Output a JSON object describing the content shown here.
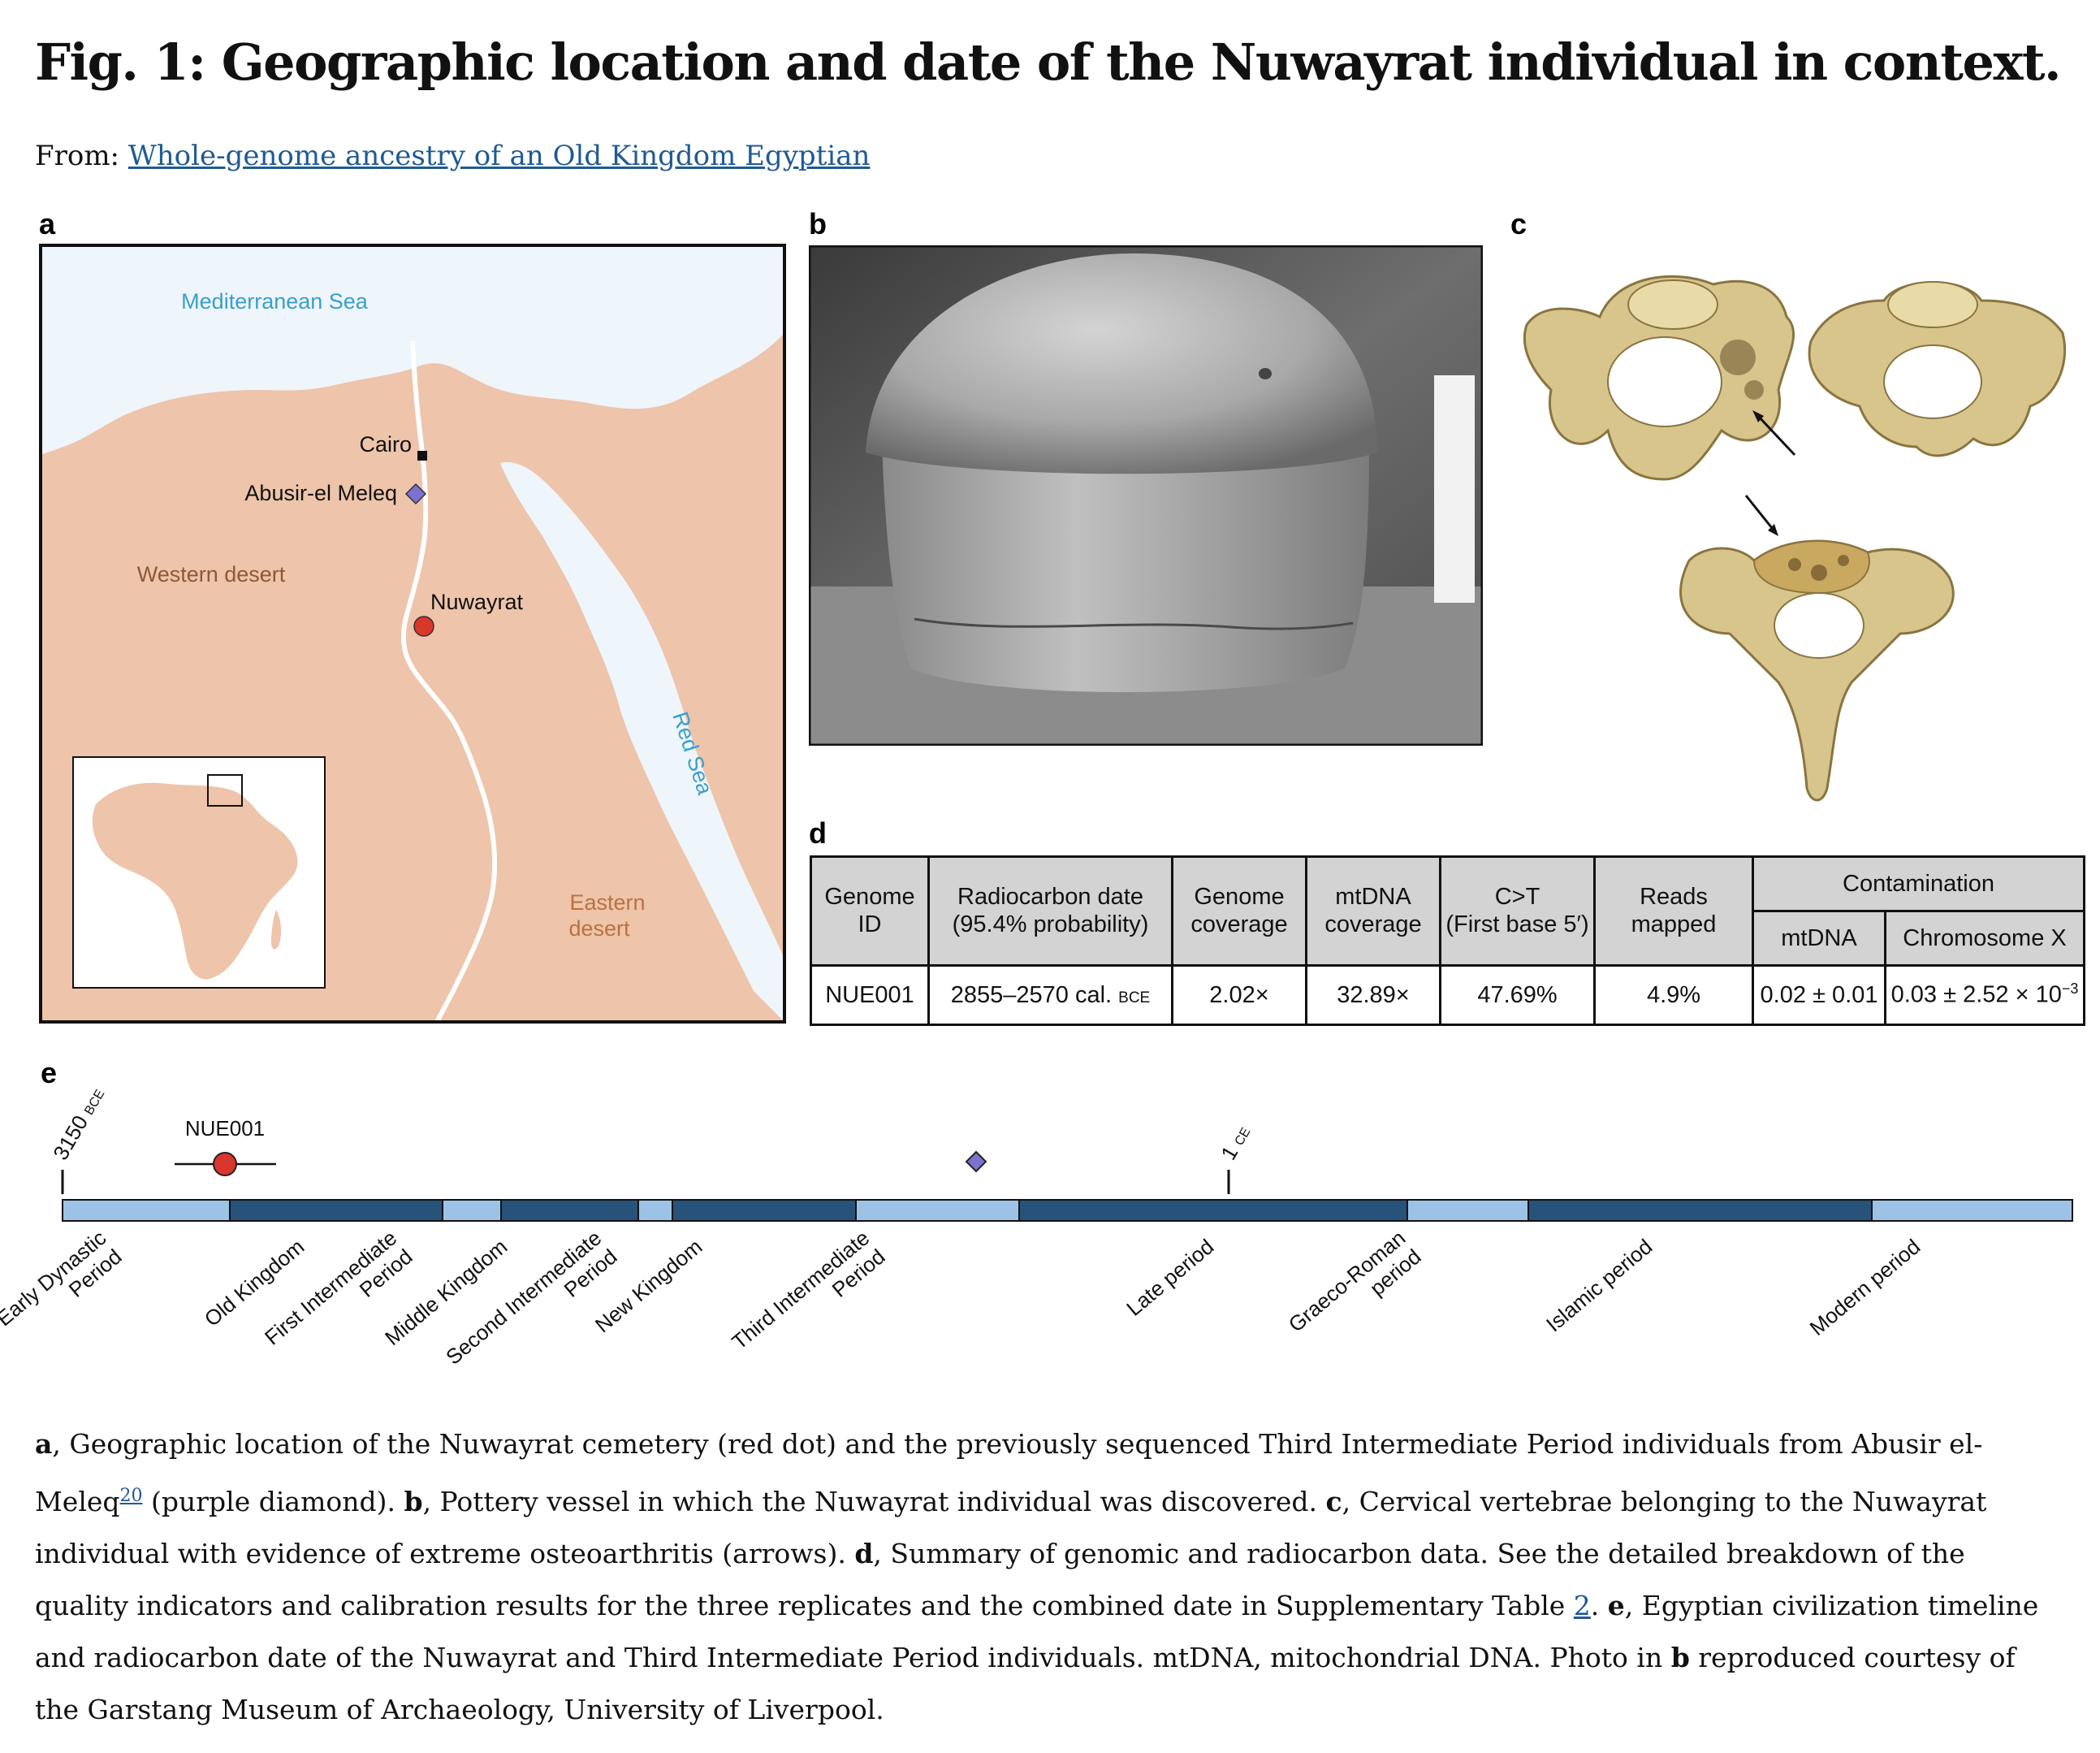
{
  "figure": {
    "title": "Fig. 1: Geographic location and date of the Nuwayrat individual in context.",
    "from_label": "From:",
    "from_link": "Whole-genome ancestry of an Old Kingdom Egyptian"
  },
  "panel_labels": {
    "a": "a",
    "b": "b",
    "c": "c",
    "d": "d",
    "e": "e"
  },
  "map": {
    "sea": "Mediterranean Sea",
    "red_sea": "Red Sea",
    "cairo": "Cairo",
    "abusir": "Abusir-el Meleq",
    "western": "Western desert",
    "nuwayrat": "Nuwayrat",
    "eastern_1": "Eastern",
    "eastern_2": "desert",
    "land_color": "#eec4aa",
    "water_color": "#eef5fb",
    "red_dot": "#d9362c",
    "diamond": "#7d72cf"
  },
  "table": {
    "headers": {
      "genome_id_1": "Genome",
      "genome_id_2": "ID",
      "radiocarbon_1": "Radiocarbon date",
      "radiocarbon_2": "(95.4% probability)",
      "coverage_1": "Genome",
      "coverage_2": "coverage",
      "mtdna_1": "mtDNA",
      "mtdna_2": "coverage",
      "ct_1": "C>T",
      "ct_2": "(First base 5′)",
      "reads_1": "Reads",
      "reads_2": "mapped",
      "contamination": "Contamination",
      "cont_mtdna": "mtDNA",
      "cont_x": "Chromosome X"
    },
    "row": {
      "genome_id": "NUE001",
      "radiocarbon": "2855–2570 cal.",
      "radiocarbon_era": "BCE",
      "coverage": "2.02×",
      "mtdna": "32.89×",
      "ct": "47.69%",
      "reads": "4.9%",
      "cont_mtdna": "0.02 ± 0.01",
      "cont_x_base": "0.03 ± 2.52 × 10",
      "cont_x_exp": "−3"
    }
  },
  "timeline": {
    "start_label": "3150",
    "start_era": "BCE",
    "ce_label": "1",
    "ce_era": "CE",
    "marker_label": "NUE001",
    "periods": [
      {
        "label": "Early Dynastic Period",
        "line1": "Early Dynastic",
        "line2": "Period",
        "shade": "light"
      },
      {
        "label": "Old Kingdom",
        "line1": "Old Kingdom",
        "line2": "",
        "shade": "dark"
      },
      {
        "label": "First Intermediate Period",
        "line1": "First Intermediate",
        "line2": "Period",
        "shade": "light"
      },
      {
        "label": "Middle Kingdom",
        "line1": "Middle Kingdom",
        "line2": "",
        "shade": "dark"
      },
      {
        "label": "Second Intermediate Period",
        "line1": "Second Intermediate",
        "line2": "Period",
        "shade": "light"
      },
      {
        "label": "New Kingdom",
        "line1": "New Kingdom",
        "line2": "",
        "shade": "dark"
      },
      {
        "label": "Third Intermediate Period",
        "line1": "Third Intermediate",
        "line2": "Period",
        "shade": "light"
      },
      {
        "label": "Late period",
        "line1": "Late period",
        "line2": "",
        "shade": "dark"
      },
      {
        "label": "Graeco-Roman period",
        "line1": "Graeco-Roman",
        "line2": "period",
        "shade": "light"
      },
      {
        "label": "Islamic period",
        "line1": "Islamic period",
        "line2": "",
        "shade": "dark"
      },
      {
        "label": "Modern period",
        "line1": "Modern period",
        "line2": "",
        "shade": "light"
      }
    ],
    "light_color": "#9cc3e6",
    "dark_color": "#27527a"
  },
  "caption": {
    "a_label": "a",
    "a_text": ", Geographic location of the Nuwayrat cemetery (red dot) and the previously sequenced Third Intermediate Period individuals from Abusir el-Meleq",
    "a_ref": "20",
    "a_text2": " (purple diamond). ",
    "b_label": "b",
    "b_text": ", Pottery vessel in which the Nuwayrat individual was discovered. ",
    "c_label": "c",
    "c_text": ", Cervical vertebrae belonging to the Nuwayrat individual with evidence of extreme osteoarthritis (arrows). ",
    "d_label": "d",
    "d_text": ", Summary of genomic and radiocarbon data. See the detailed breakdown of the quality indicators and calibration results for the three replicates and the combined date in Supplementary Table ",
    "d_ref": "2",
    "d_text2": ". ",
    "e_label": "e",
    "e_text": ", Egyptian civilization timeline and radiocarbon date of the Nuwayrat and Third Intermediate Period individuals. mtDNA, mitochondrial DNA. Photo in ",
    "b_label2": "b",
    "e_text2": " reproduced courtesy of the Garstang Museum of Archaeology, University of Liverpool."
  }
}
